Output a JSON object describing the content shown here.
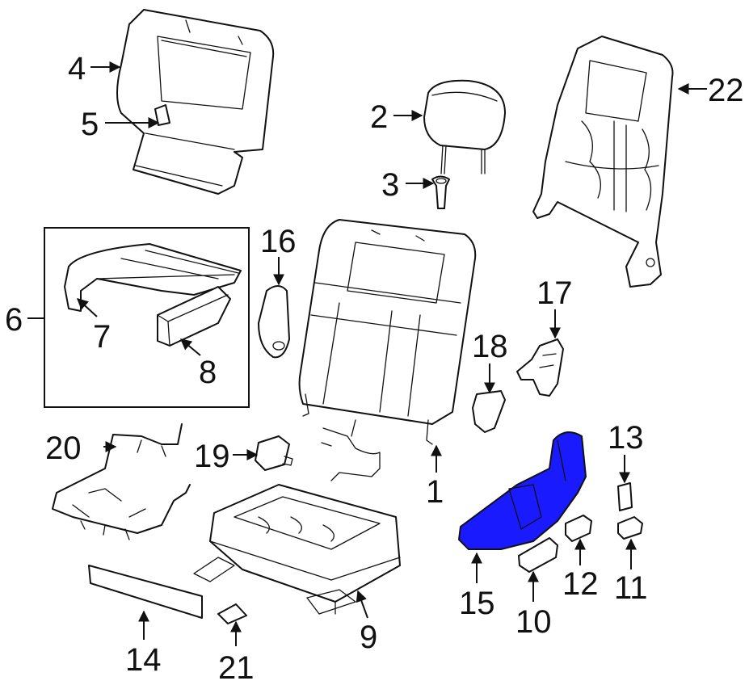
{
  "highlight_color": "#1a1aff",
  "line_color": "#111111",
  "callouts": [
    {
      "id": "1",
      "label": "1"
    },
    {
      "id": "2",
      "label": "2"
    },
    {
      "id": "3",
      "label": "3"
    },
    {
      "id": "4",
      "label": "4"
    },
    {
      "id": "5",
      "label": "5"
    },
    {
      "id": "6",
      "label": "6"
    },
    {
      "id": "7",
      "label": "7"
    },
    {
      "id": "8",
      "label": "8"
    },
    {
      "id": "9",
      "label": "9"
    },
    {
      "id": "10",
      "label": "10"
    },
    {
      "id": "11",
      "label": "11"
    },
    {
      "id": "12",
      "label": "12"
    },
    {
      "id": "13",
      "label": "13"
    },
    {
      "id": "14",
      "label": "14"
    },
    {
      "id": "15",
      "label": "15"
    },
    {
      "id": "16",
      "label": "16"
    },
    {
      "id": "17",
      "label": "17"
    },
    {
      "id": "18",
      "label": "18"
    },
    {
      "id": "19",
      "label": "19"
    },
    {
      "id": "20",
      "label": "20"
    },
    {
      "id": "21",
      "label": "21"
    },
    {
      "id": "22",
      "label": "22"
    }
  ],
  "highlighted_part": "15"
}
